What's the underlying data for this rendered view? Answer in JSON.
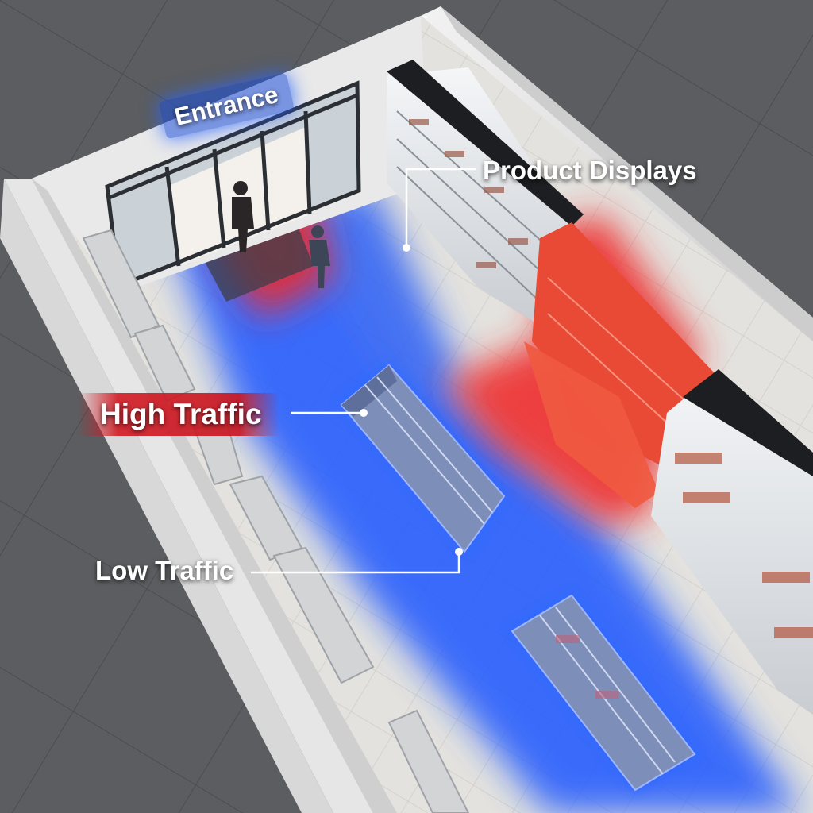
{
  "labels": {
    "entrance": "Entrance",
    "product_displays": "Product Displays",
    "high_traffic": "High Traffic",
    "low_traffic": "Low Traffic"
  },
  "colors": {
    "high_traffic": "#e8262c",
    "low_traffic": "#1f57ff",
    "label_text": "#ffffff",
    "wall": "#dcdcdc",
    "floor": "#e2e0dc",
    "ground": "#55575a"
  }
}
